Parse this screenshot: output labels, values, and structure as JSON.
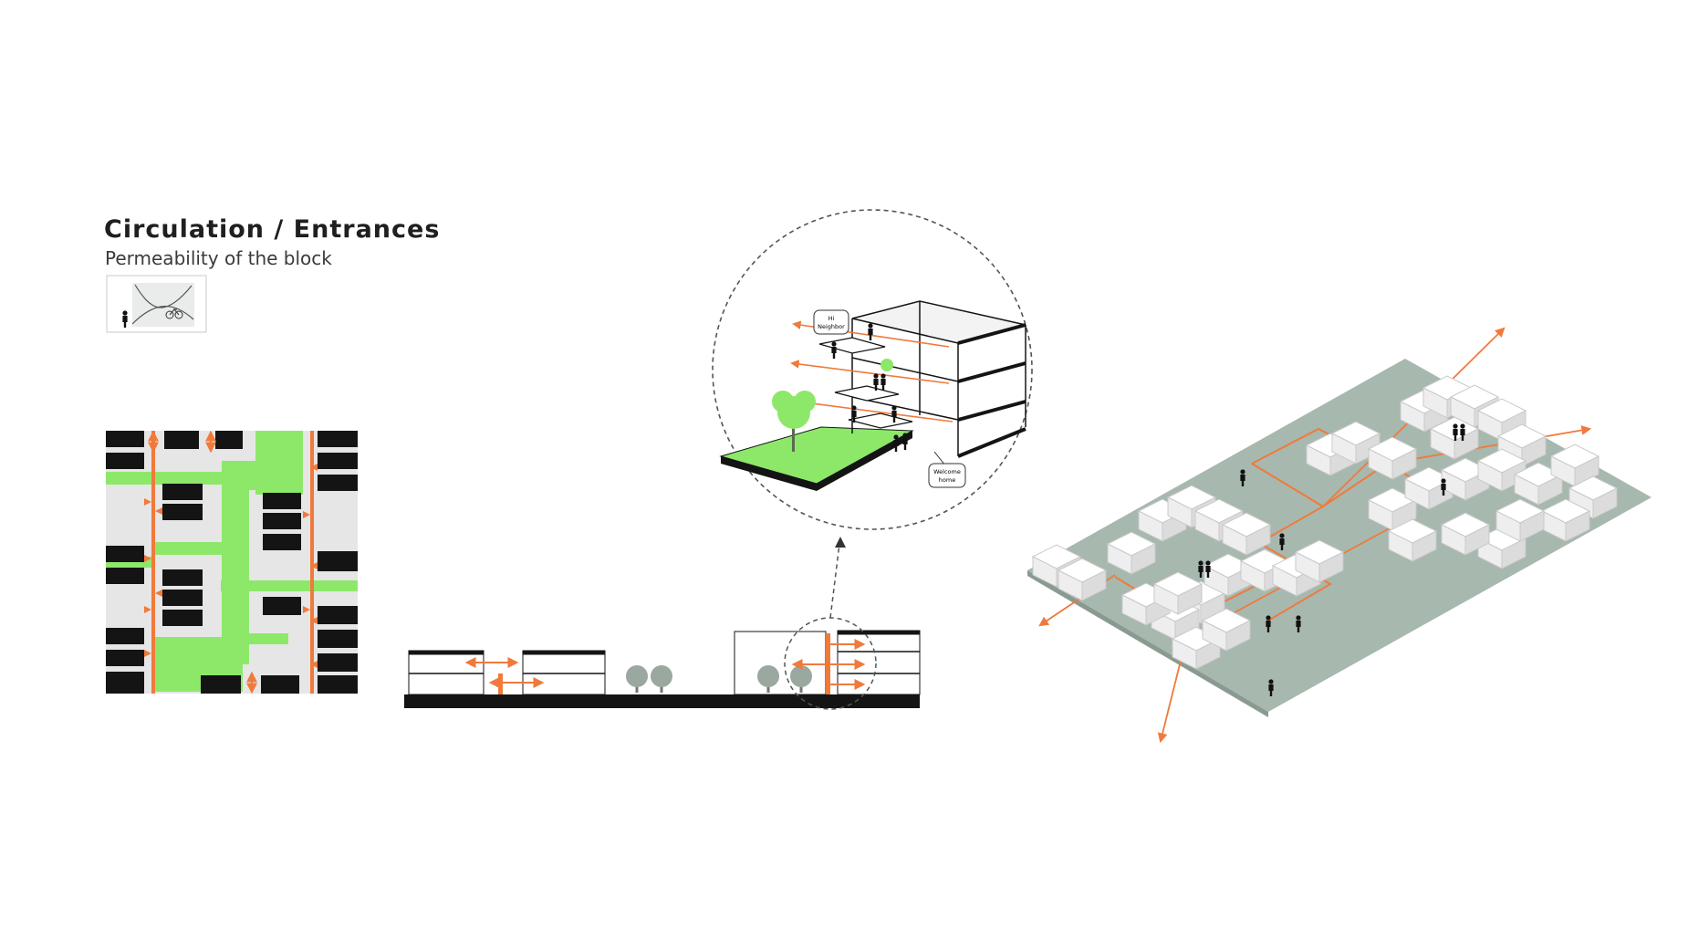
{
  "header": {
    "title": "Circulation / Entrances",
    "subtitle": "Permeability of the block"
  },
  "callouts": {
    "greeting_line1": "Hi",
    "greeting_line2": "Neighbor",
    "welcome_line1": "Welcome",
    "welcome_line2": "home"
  },
  "colors": {
    "accent_orange": "#f07a3c",
    "green": "#8de86a",
    "plaza_green": "#a7b8ae",
    "block_black": "#141414",
    "tree_grey": "#9aa89f"
  },
  "icons": {
    "legend": "pedestrian-bicycle-graph-icon",
    "person": "person-silhouette-icon",
    "tree": "tree-icon",
    "arrow": "double-arrow-icon"
  }
}
